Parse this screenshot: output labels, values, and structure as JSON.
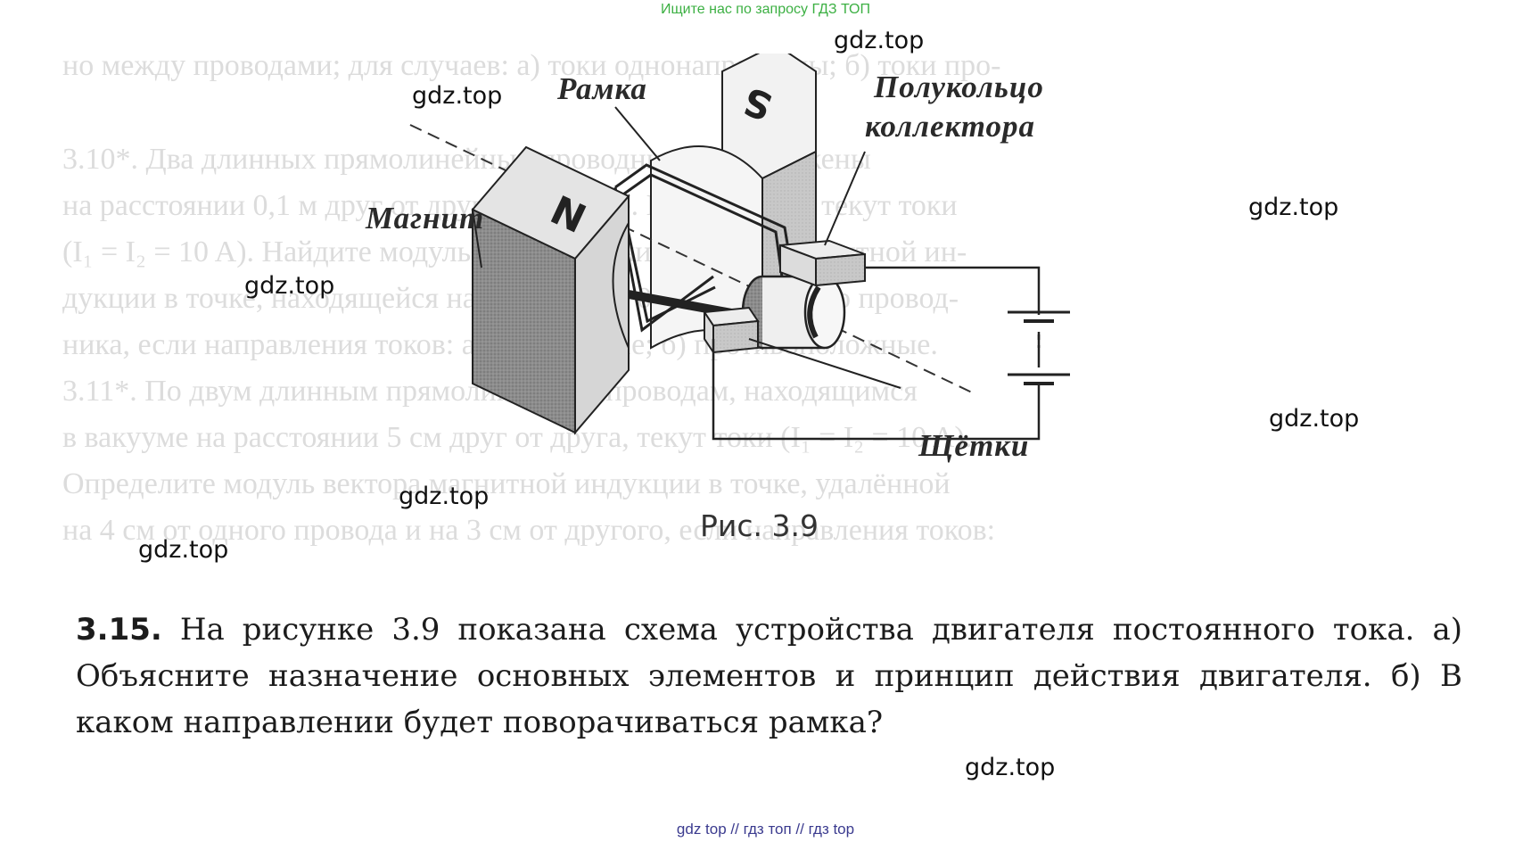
{
  "banner": "Ищите нас по запросу ГДЗ ТОП",
  "figure": {
    "labels": {
      "frame": "Рамка",
      "commutator": "Полукольцо",
      "commutator2": "коллектора",
      "magnet": "Магнит",
      "brushes": "Щётки",
      "pole_n": "N",
      "pole_s": "S"
    },
    "caption": "Рис. 3.9"
  },
  "task": {
    "number": "3.15.",
    "text": " На рисунке 3.9 показана схема устройства двигателя постоянного тока. а) Объясните назначение основных элементов и принцип действия двигателя. б) В каком направлении будет поворачиваться рамка?"
  },
  "watermarks": [
    "gdz.top",
    "gdz.top",
    "gdz.top",
    "gdz.top",
    "gdz.top",
    "gdz.top",
    "gdz.top",
    "gdz.top"
  ],
  "footer": "gdz top  //  гдз топ  //  гдз top",
  "colors": {
    "banner": "#3cb043",
    "footer": "#3b3b8f"
  }
}
